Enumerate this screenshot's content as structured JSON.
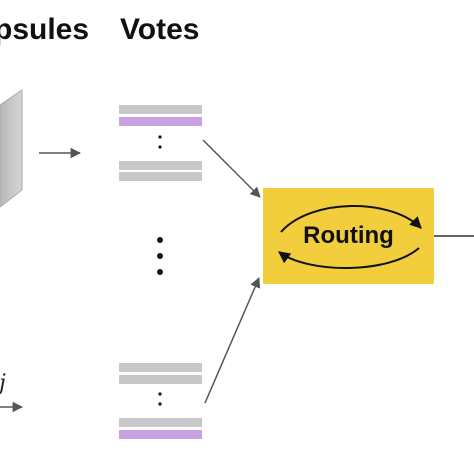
{
  "headings": {
    "capsules": "psules",
    "votes": "Votes"
  },
  "routing": {
    "label": "Routing",
    "fill": "#f2ce3c"
  },
  "edge_label": "ij",
  "colors": {
    "vote_gray": "#c8c8c8",
    "vote_purple": "#c9a0e2",
    "arrow": "#555555",
    "capsule_face": "#c8c8c8"
  }
}
